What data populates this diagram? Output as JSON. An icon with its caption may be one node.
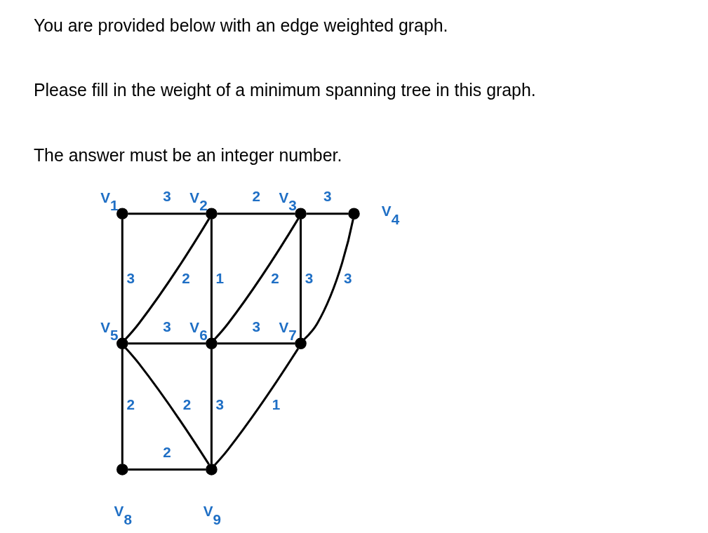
{
  "diagram": {
    "nodes": [
      {
        "text": [],
        "shape": "circle",
        "beside": [
          "V$_{1}$"
        ]
      },
      {
        "text": [],
        "shape": "circle",
        "beside": [
          "V$_{2}$"
        ]
      },
      {
        "text": [],
        "shape": "circle",
        "beside": [
          "V$_{3}$"
        ]
      },
      {
        "text": [],
        "shape": "circle",
        "beside": [
          "V$_{4}$"
        ]
      },
      {
        "text": [],
        "shape": "circle",
        "beside": [
          "V$_{5}$"
        ]
      },
      {
        "text": [],
        "shape": "circle",
        "beside": [
          "V$_{6}$"
        ]
      },
      {
        "text": [],
        "shape": "circle",
        "beside": [
          "V$_{7}$"
        ]
      },
      {
        "text": [],
        "shape": "circle",
        "beside": [
          "V$_{8}$"
        ]
      },
      {
        "text": [],
        "shape": "circle",
        "beside": [
          "V$_{9}$"
        ]
      }
    ],
    "edges": [
      {
        "from": 0,
        "to": 1,
        "arrow": "none",
        "label": "3"
      },
      {
        "from": 1,
        "to": 2,
        "arrow": "none",
        "label": "2"
      },
      {
        "from": 2,
        "to": 3,
        "arrow": "none",
        "label": "3"
      },
      {
        "from": 0,
        "to": 4,
        "arrow": "none",
        "label": "3"
      },
      {
        "from": 1,
        "to": 4,
        "arrow": "none",
        "label": "2"
      },
      {
        "from": 1,
        "to": 5,
        "arrow": "none",
        "label": "1"
      },
      {
        "from": 2,
        "to": 5,
        "arrow": "none",
        "label": "2"
      },
      {
        "from": 2,
        "to": 6,
        "arrow": "none",
        "label": "3"
      },
      {
        "from": 3,
        "to": 6,
        "arrow": "none",
        "label": "3"
      },
      {
        "from": 4,
        "to": 5,
        "arrow": "none",
        "label": "3"
      },
      {
        "from": 5,
        "to": 6,
        "arrow": "none",
        "label": "3"
      },
      {
        "from": 4,
        "to": 7,
        "arrow": "none",
        "label": "2"
      },
      {
        "from": 4,
        "to": 8,
        "arrow": "none",
        "label": "2"
      },
      {
        "from": 5,
        "to": 8,
        "arrow": "none",
        "label": "3"
      },
      {
        "from": 6,
        "to": 8,
        "arrow": "none",
        "label": "1"
      },
      {
        "from": 7,
        "to": 8,
        "arrow": "none",
        "label": "2"
      }
    ],
    "labels": [
      "You are provided below with an edge weighted graph.",
      "Please fill in the weight of a minimum spanning tree in this graph.",
      "The answer must be an integer number."
    ]
  }
}
